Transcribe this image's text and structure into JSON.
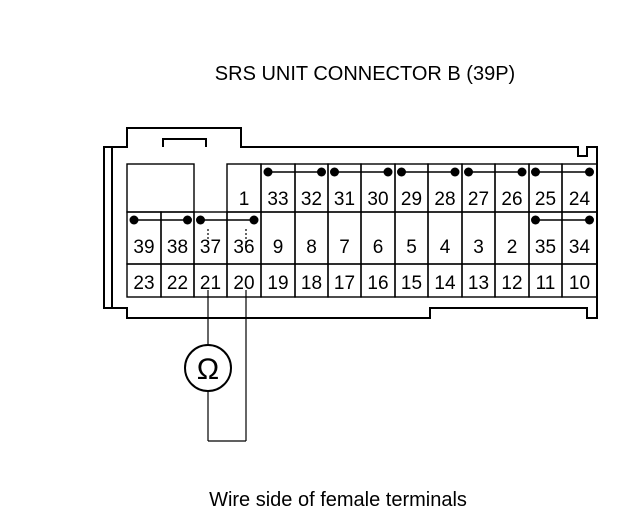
{
  "diagram": {
    "title": "SRS UNIT CONNECTOR B (39P)",
    "caption": "Wire side of female terminals",
    "meter_symbol": "Ω",
    "row1": [
      "1",
      "33",
      "32",
      "31",
      "30",
      "29",
      "28",
      "27",
      "26",
      "25",
      "24"
    ],
    "row2": [
      "39",
      "38",
      "37",
      "36",
      "9",
      "8",
      "7",
      "6",
      "5",
      "4",
      "3",
      "2",
      "35",
      "34"
    ],
    "row3": [
      "23",
      "22",
      "21",
      "20",
      "19",
      "18",
      "17",
      "16",
      "15",
      "14",
      "13",
      "12",
      "11",
      "10"
    ],
    "shorting_bars": [
      [
        "33",
        "32"
      ],
      [
        "31",
        "30"
      ],
      [
        "29",
        "28"
      ],
      [
        "27",
        "26"
      ],
      [
        "25",
        "24"
      ],
      [
        "39",
        "38"
      ],
      [
        "37",
        "36"
      ],
      [
        "35",
        "34"
      ]
    ],
    "probe_terminals": [
      "21",
      "20"
    ]
  }
}
